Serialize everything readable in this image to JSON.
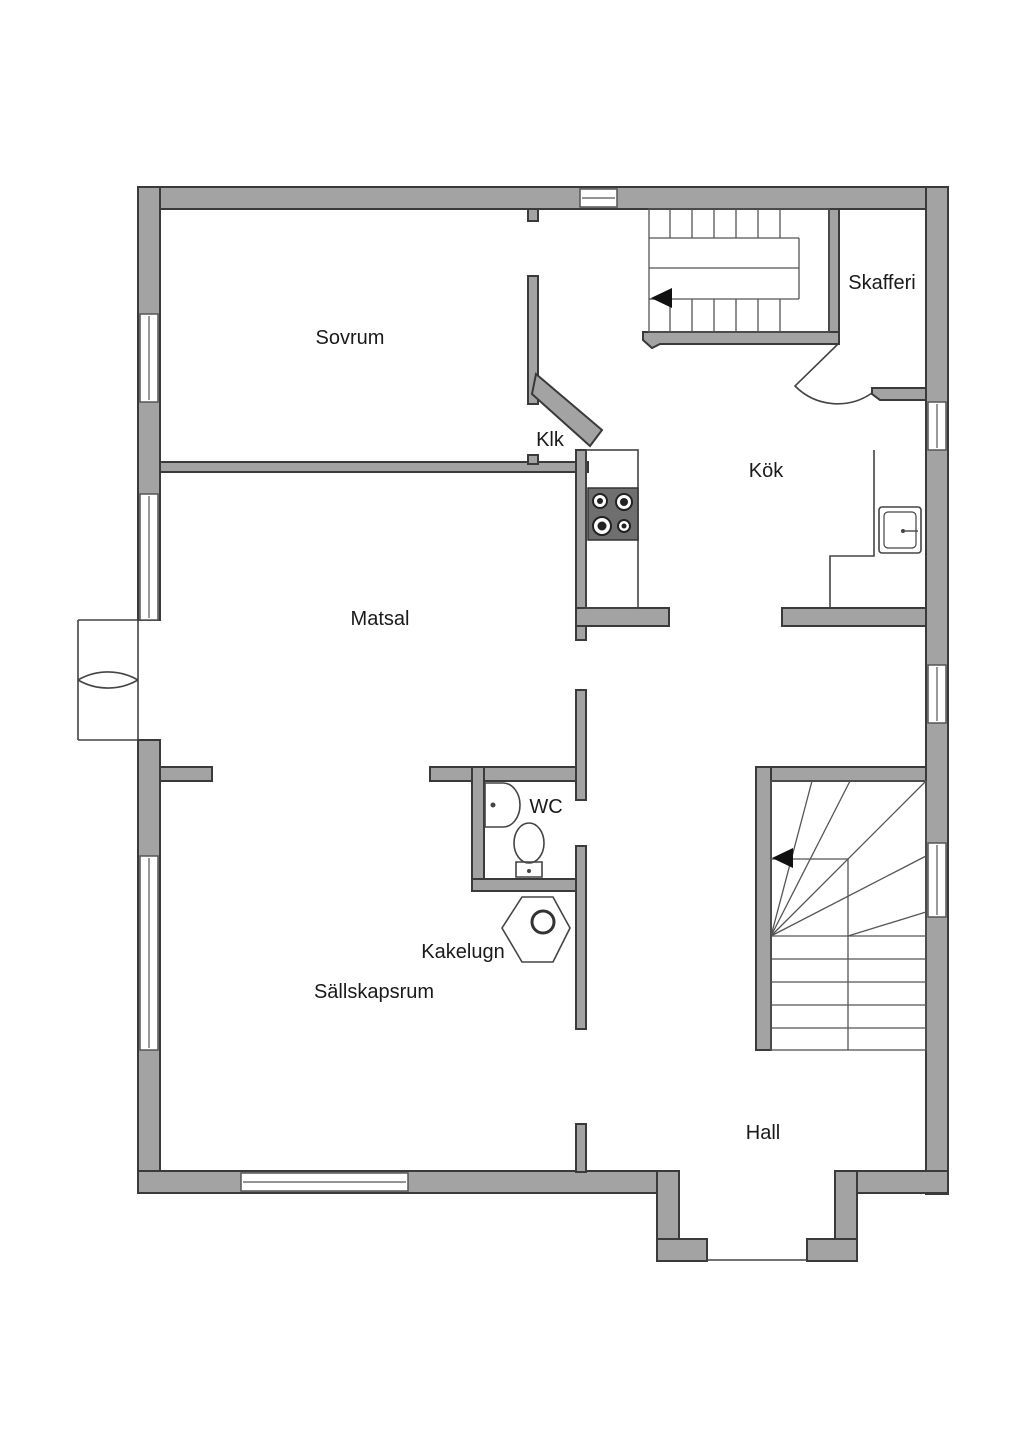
{
  "rooms": {
    "sovrum": "Sovrum",
    "klk": "Klk",
    "skafferi": "Skafferi",
    "kok": "Kök",
    "matsal": "Matsal",
    "wc": "WC",
    "kakelugn": "Kakelugn",
    "sallskapsrum": "Sällskapsrum",
    "hall": "Hall"
  },
  "colors": {
    "wall_fill": "#a3a3a3",
    "wall_stroke": "#3a3a3a",
    "background": "#ffffff"
  }
}
